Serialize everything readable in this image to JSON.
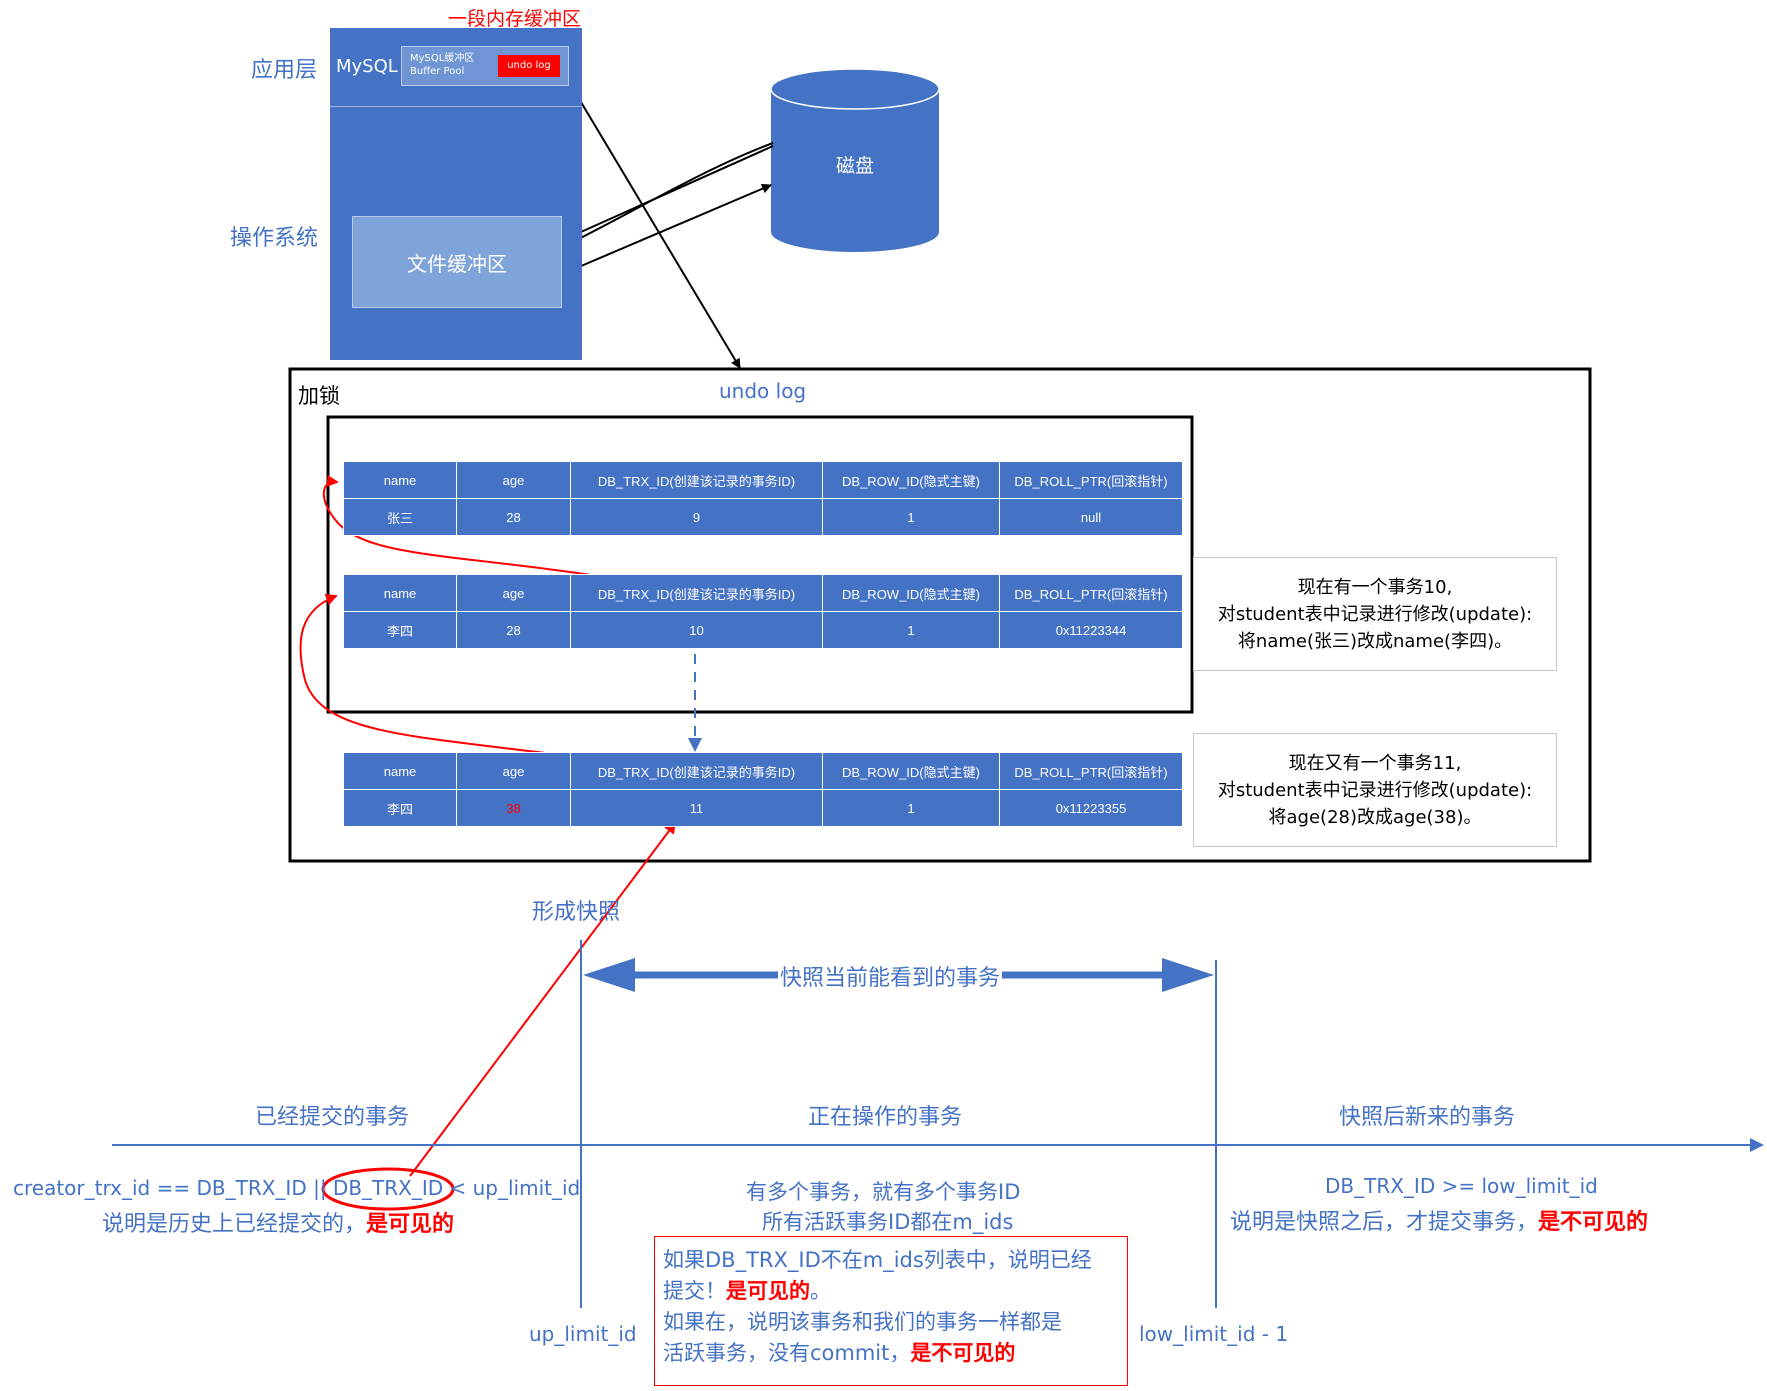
{
  "header": {
    "memory_buffer_label": "一段内存缓冲区"
  },
  "layers": {
    "app_layer": "应用层",
    "os_layer": "操作系统"
  },
  "mysql": {
    "label": "MySQL",
    "buffer_pool_line1": "MySQL缓冲区",
    "buffer_pool_line2": "Buffer Pool",
    "undo_tag": "undo log"
  },
  "file_buffer": "文件缓冲区",
  "disk": "磁盘",
  "undo_section": {
    "lock_label": "加锁",
    "title": "undo log"
  },
  "columns": [
    "name",
    "age",
    "DB_TRX_ID(创建该记录的事务ID)",
    "DB_ROW_ID(隐式主键)",
    "DB_ROLL_PTR(回滚指针)"
  ],
  "records": [
    {
      "name": "张三",
      "age": "28",
      "trx_id": "9",
      "row_id": "1",
      "roll_ptr": "null"
    },
    {
      "name": "李四",
      "age": "28",
      "trx_id": "10",
      "row_id": "1",
      "roll_ptr": "0x11223344"
    },
    {
      "name": "李四",
      "age": "38",
      "trx_id": "11",
      "row_id": "1",
      "roll_ptr": "0x11223355"
    }
  ],
  "notes": [
    {
      "line1": "现在有一个事务10,",
      "line2": "对student表中记录进行修改(update):",
      "line3": "将name(张三)改成name(李四)。"
    },
    {
      "line1": "现在又有一个事务11,",
      "line2": "对student表中记录进行修改(update):",
      "line3": "将age(28)改成age(38)。"
    }
  ],
  "timeline": {
    "snapshot_label": "形成快照",
    "visible_range_label": "快照当前能看到的事务",
    "sections": {
      "committed": "已经提交的事务",
      "active": "正在操作的事务",
      "new": "快照后新来的事务"
    },
    "left": {
      "cond_part1": "creator_trx_id == DB_TRX_ID || ",
      "cond_part2": "DB_TRX_ID",
      "cond_part3": " < up_limit_id",
      "desc": "说明是历史上已经提交的，",
      "verdict": "是可见的"
    },
    "middle": {
      "line1": "有多个事务，就有多个事务ID",
      "line2": "所有活跃事务ID都在m_ids"
    },
    "right": {
      "cond": "DB_TRX_ID >= low_limit_id",
      "desc": "说明是快照之后，才提交事务，",
      "verdict": "是不可见的"
    },
    "markers": {
      "up": "up_limit_id",
      "low": "low_limit_id - 1"
    },
    "box": {
      "l1": "如果DB_TRX_ID不在m_ids列表中，说明已经",
      "l2a": "提交！",
      "l2b": "是可见的",
      "l2c": "。",
      "l3": "如果在，说明该事务和我们的事务一样都是",
      "l4a": "活跃事务，没有commit，",
      "l4b": "是不可见的"
    }
  },
  "colors": {
    "blue": "#4472c4",
    "red": "#ff0000",
    "black": "#000000"
  }
}
